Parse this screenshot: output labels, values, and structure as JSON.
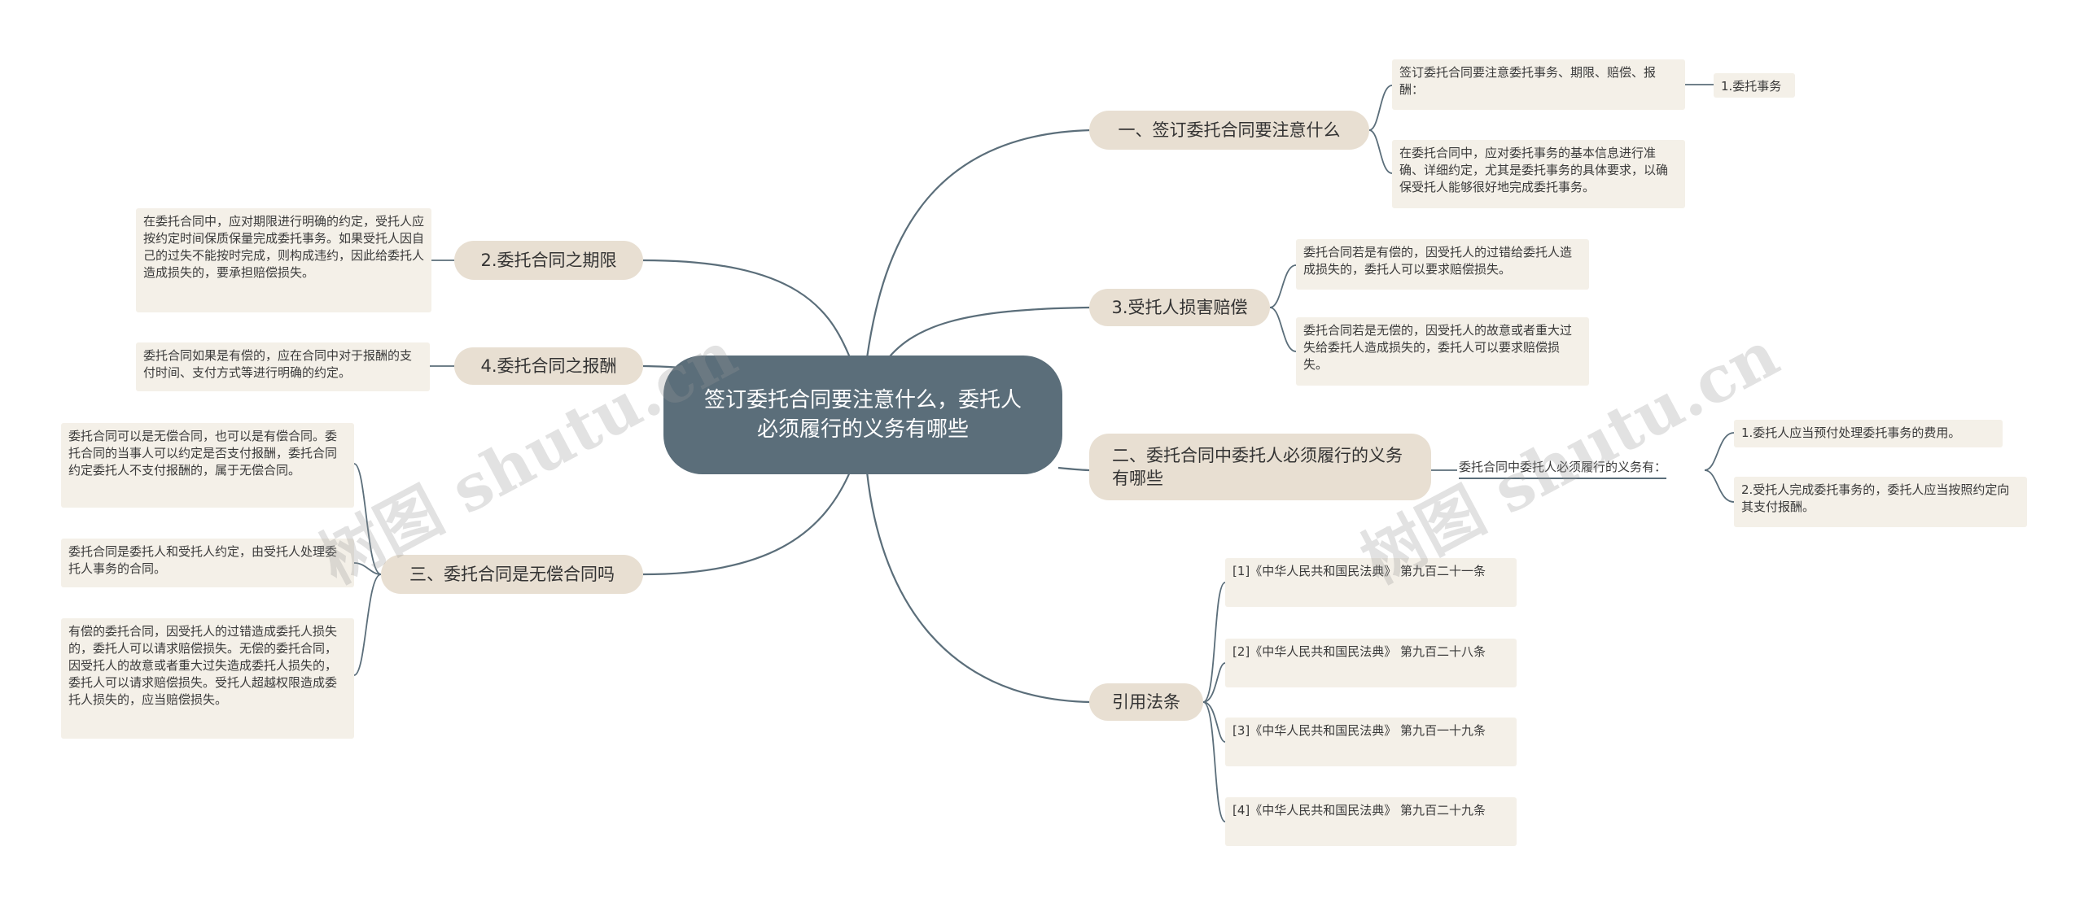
{
  "root": {
    "title": "签订委托合同要注意什么，委托人必须履行的义务有哪些"
  },
  "branches": {
    "b1": {
      "label": "一、签订委托合同要注意什么"
    },
    "b2": {
      "label": "3.受托人损害赔偿"
    },
    "b3": {
      "label": "二、委托合同中委托人必须履行的义务有哪些"
    },
    "b4": {
      "label": "引用法条"
    },
    "b5": {
      "label": "2.委托合同之期限"
    },
    "b6": {
      "label": "4.委托合同之报酬"
    },
    "b7": {
      "label": "三、委托合同是无偿合同吗"
    }
  },
  "leaves": {
    "b1_1": "签订委托合同要注意委托事务、期限、赔偿、报酬：",
    "b1_1_1": "1.委托事务",
    "b1_2": "在委托合同中，应对委托事务的基本信息进行准确、详细约定，尤其是委托事务的具体要求，以确保受托人能够很好地完成委托事务。",
    "b2_1": "委托合同若是有偿的，因受托人的过错给委托人造成损失的，委托人可以要求赔偿损失。",
    "b2_2": "委托合同若是无偿的，因受托人的故意或者重大过失给委托人造成损失的，委托人可以要求赔偿损失。",
    "b3_1": "委托合同中委托人必须履行的义务有：",
    "b3_1_1": "1.委托人应当预付处理委托事务的费用。",
    "b3_1_2": "2.受托人完成委托事务的，委托人应当按照约定向其支付报酬。",
    "b4_1": "[1]《中华人民共和国民法典》 第九百二十一条",
    "b4_2": "[2]《中华人民共和国民法典》 第九百二十八条",
    "b4_3": "[3]《中华人民共和国民法典》 第九百一十九条",
    "b4_4": "[4]《中华人民共和国民法典》 第九百二十九条",
    "b5_1": "在委托合同中，应对期限进行明确的约定，受托人应按约定时间保质保量完成委托事务。如果受托人因自己的过失不能按时完成，则构成违约，因此给委托人造成损失的，要承担赔偿损失。",
    "b6_1": "委托合同如果是有偿的，应在合同中对于报酬的支付时间、支付方式等进行明确的约定。",
    "b7_1": "委托合同可以是无偿合同，也可以是有偿合同。委托合同的当事人可以约定是否支付报酬，委托合同约定委托人不支付报酬的，属于无偿合同。",
    "b7_2": "委托合同是委托人和受托人约定，由受托人处理委托人事务的合同。",
    "b7_3": "有偿的委托合同，因受托人的过错造成委托人损失的，委托人可以请求赔偿损失。无偿的委托合同，因受托人的故意或者重大过失造成委托人损失的，委托人可以请求赔偿损失。受托人超越权限造成委托人损失的，应当赔偿损失。"
  },
  "watermarks": [
    "树图 shutu.cn",
    "树图 shutu.cn"
  ],
  "colors": {
    "root": "#5b6e7a",
    "branch": "#e8dfd2",
    "leaf": "#f4f0e8",
    "edge": "#5b6e7a"
  }
}
